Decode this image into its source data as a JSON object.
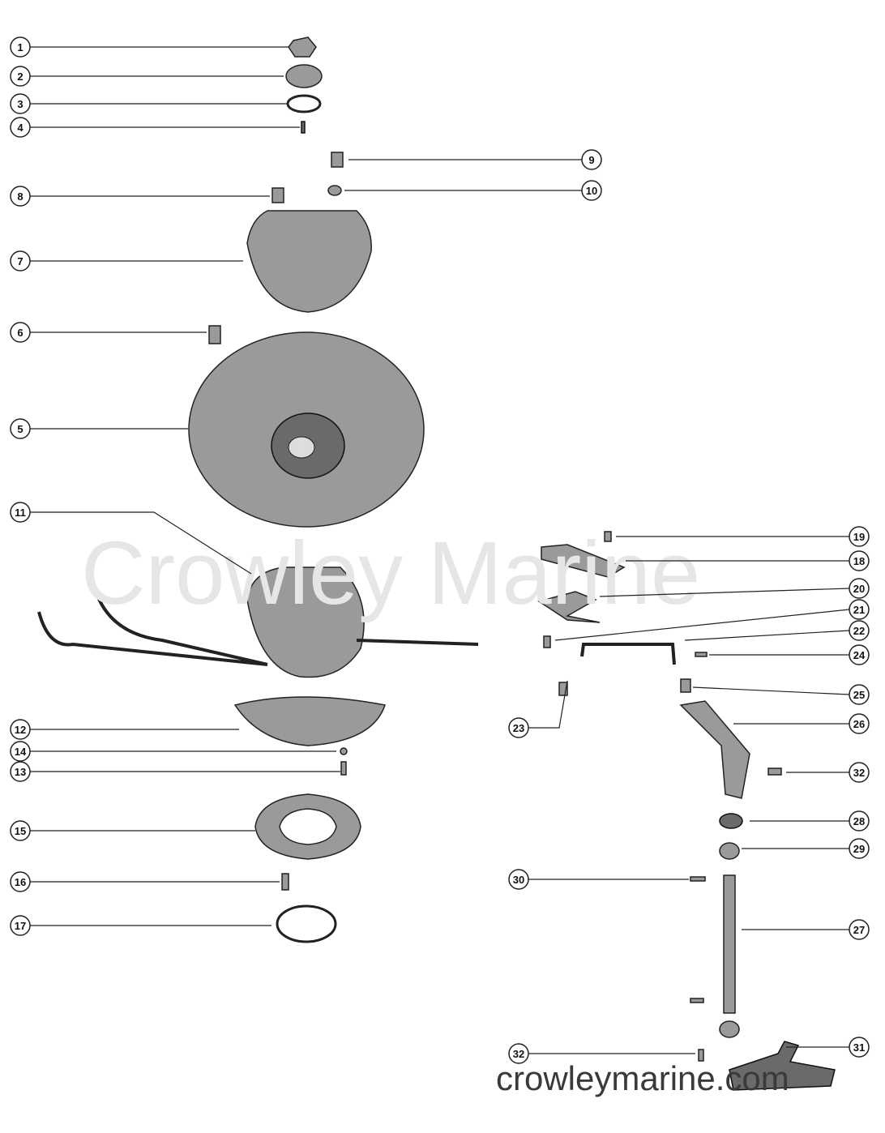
{
  "watermark": "Crowley Marine",
  "footer_url": "crowleymarine.com",
  "callouts": [
    "1",
    "2",
    "3",
    "4",
    "9",
    "10",
    "8",
    "7",
    "6",
    "5",
    "11",
    "19",
    "18",
    "20",
    "21",
    "22",
    "24",
    "25",
    "26",
    "23",
    "12",
    "14",
    "13",
    "15",
    "32",
    "28",
    "29",
    "30",
    "27",
    "16",
    "17",
    "31",
    "32"
  ],
  "colors": {
    "ink": "#222222",
    "part_fill": "#9a9a9a",
    "watermark": "#e6e6e6"
  }
}
